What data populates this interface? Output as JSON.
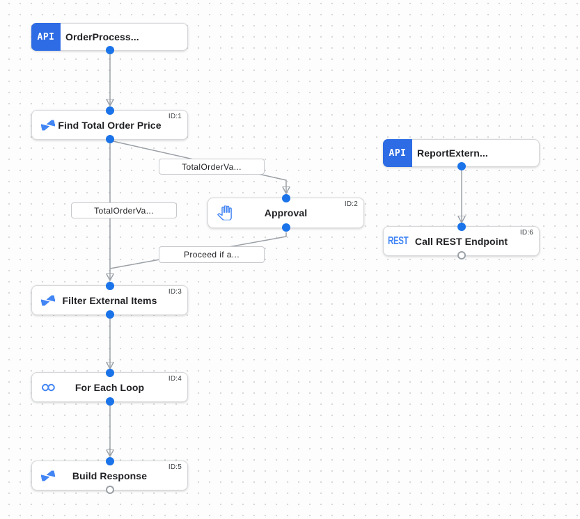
{
  "canvas": {
    "background": "#fdfdfd",
    "dot_color": "#d8d8d8",
    "edge_color": "#9aa0a6",
    "port_blue": "#1a73e8",
    "icon_blue": "#4285f4",
    "trigger_badge_blue": "#2d6ce4",
    "node_border": "#d5d7da"
  },
  "nodes": [
    {
      "title": "OrderProcess...",
      "badge": "API",
      "type": "api-trigger"
    },
    {
      "title": "Find Total Order Price",
      "task_id": "ID:1",
      "type": "data-mapping-task"
    },
    {
      "title": "Approval",
      "task_id": "ID:2",
      "type": "approval-task"
    },
    {
      "title": "Filter External Items",
      "task_id": "ID:3",
      "type": "data-mapping-task"
    },
    {
      "title": "For Each Loop",
      "task_id": "ID:4",
      "type": "for-each-loop-task"
    },
    {
      "title": "Build Response",
      "task_id": "ID:5",
      "type": "data-mapping-task"
    },
    {
      "title": "ReportExtern...",
      "badge": "API",
      "type": "api-trigger"
    },
    {
      "title": "Call REST Endpoint",
      "task_id": "ID:6",
      "icon_text": "REST",
      "type": "rest-task"
    }
  ],
  "edge_labels": [
    {
      "text": "TotalOrderVa..."
    },
    {
      "text": "TotalOrderVa..."
    },
    {
      "text": "Proceed if a..."
    }
  ]
}
